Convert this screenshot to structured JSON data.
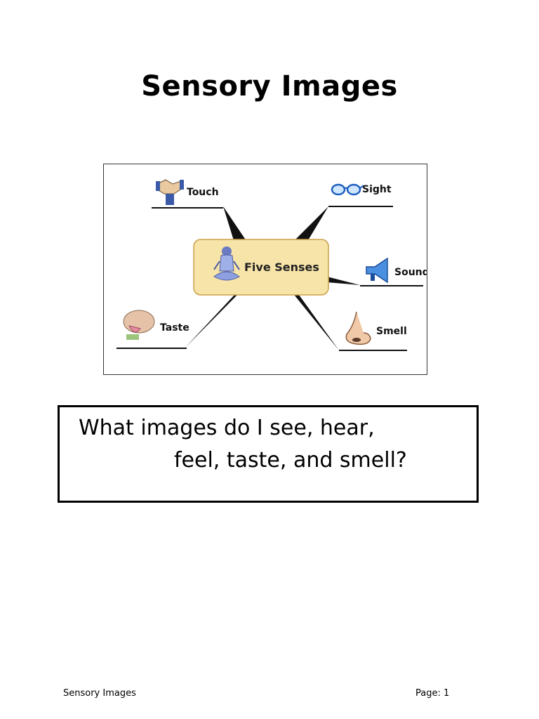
{
  "page": {
    "title": "Sensory Images"
  },
  "diagram": {
    "center": "Five Senses",
    "branches": {
      "touch": "Touch",
      "sight": "Sight",
      "sound": "Sound",
      "taste": "Taste",
      "smell": "Smell"
    },
    "icons": {
      "center": "meditating-person-icon",
      "touch": "handshake-icon",
      "sight": "eyeglasses-icon",
      "sound": "megaphone-icon",
      "taste": "tongue-icon",
      "smell": "nose-icon"
    },
    "colors": {
      "center_fill": "#f7e4a8",
      "center_border": "#c9a24a",
      "branch_line": "#111111"
    }
  },
  "question": {
    "line1": "What images do I see, hear,",
    "line2": "feel, taste, and smell?"
  },
  "footer": {
    "left": "Sensory Images",
    "right": "Page: 1"
  }
}
